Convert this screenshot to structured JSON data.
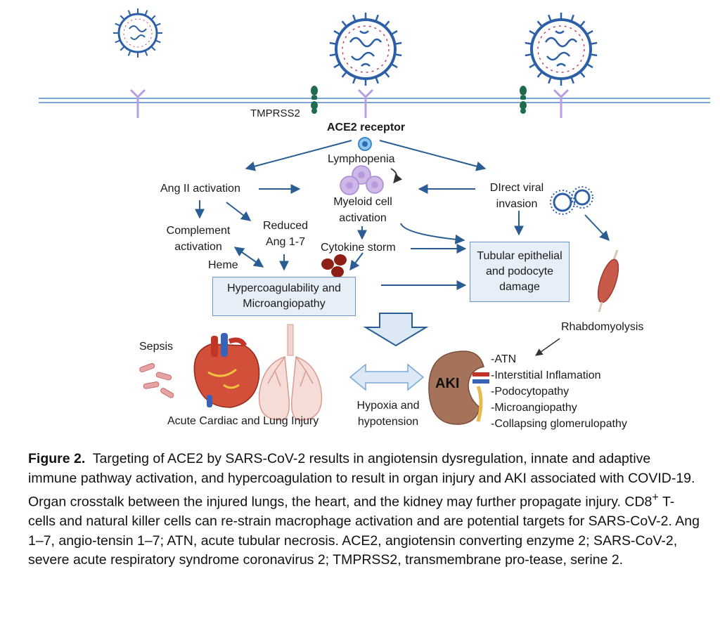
{
  "labels": {
    "tmprss2": "TMPRSS2",
    "ace2": "ACE2 receptor",
    "lymphopenia": "Lymphopenia",
    "ang2": "Ang II activation",
    "myeloid_1": "Myeloid cell",
    "myeloid_2": "activation",
    "direct_1": "DIrect viral",
    "direct_2": "invasion",
    "complement_1": "Complement",
    "complement_2": "activation",
    "reduced_1": "Reduced",
    "reduced_2": "Ang 1-7",
    "cytokine": "Cytokine storm",
    "heme": "Heme",
    "hyper_1": "Hypercoagulability and",
    "hyper_2": "Microangiopathy",
    "tubular_1": "Tubular epithelial",
    "tubular_2": "and podocyte",
    "tubular_3": "damage",
    "rhabdo": "Rhabdomyolysis",
    "sepsis": "Sepsis",
    "cardiac_lung": "Acute Cardiac and Lung Injury",
    "hypoxia_1": "Hypoxia and",
    "hypoxia_2": "hypotension",
    "aki": "AKI",
    "aki_list": [
      "-ATN",
      "-Interstitial Inflamation",
      "-Podocytopathy",
      "-Microangiopathy",
      "-Collapsing glomerulopathy"
    ]
  },
  "caption": {
    "figure_number": "Figure 2.",
    "text_before_sup": "Targeting of ACE2 by SARS-CoV-2 results in angiotensin dysregulation, innate and adaptive immune pathway activation, and hypercoagulation to result in organ injury and AKI associated with COVID-19. Organ crosstalk between the injured lungs, the heart, and the kidney may further propagate injury. CD8",
    "sup": "+",
    "text_after_sup": " T-cells and natural killer cells can re-strain macrophage activation and are potential targets for SARS-CoV-2. Ang 1–7, angio-tensin 1–7; ATN, acute tubular necrosis. ACE2, angiotensin converting enzyme 2; SARS-CoV-2, severe acute respiratory syndrome coronavirus 2; TMPRSS2, transmembrane pro-tease, serine 2."
  },
  "colors": {
    "arrow": "#2a5d93",
    "membrane": "#7aa7d6",
    "virus": "#2d5fa6",
    "spike_tip": "#c0465a",
    "receptor": "#b89ee0",
    "tmprss2": "#1f6b4d",
    "box_fill": "#e6eef8",
    "box_border": "#6f95c4"
  }
}
